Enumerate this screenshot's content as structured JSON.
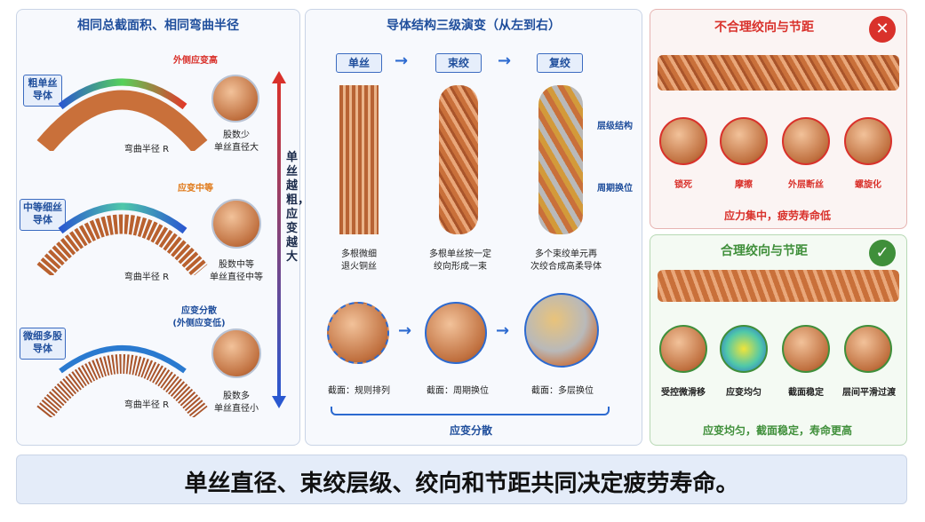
{
  "left": {
    "title": "相同总截面积、相同弯曲半径",
    "rows": [
      {
        "label": "粗单丝\n导体",
        "outer_note": "外侧应变高",
        "radius_text": "弯曲半径 R",
        "desc": "股数少\n单丝直径大"
      },
      {
        "label": "中等细丝\n导体",
        "outer_note": "应变中等",
        "radius_text": "弯曲半径 R",
        "desc": "股数中等\n单丝直径中等"
      },
      {
        "label": "微细多股\n导体",
        "outer_note": "应变分散\n(外侧应变低)",
        "radius_text": "弯曲半径 R",
        "desc": "股数多\n单丝直径小"
      }
    ],
    "side_text": "单丝越粗，应变越大"
  },
  "middle": {
    "title": "导体结构三级演变（从左到右）",
    "stages": [
      "单丝",
      "束绞",
      "复绞"
    ],
    "stage_desc": [
      "多根微细\n退火铜丝",
      "多根单丝按一定\n绞向形成一束",
      "多个束绞单元再\n次绞合成高柔导体"
    ],
    "callouts": [
      "层级结构",
      "周期换位"
    ],
    "sections": [
      "截面：规则排列",
      "截面：周期换位",
      "截面：多层换位"
    ],
    "footer": "应变分散"
  },
  "right_bad": {
    "title": "不合理绞向与节距",
    "items": [
      "锁死",
      "摩擦",
      "外层断丝",
      "螺旋化"
    ],
    "summary": "应力集中，疲劳寿命低"
  },
  "right_good": {
    "title": "合理绞向与节距",
    "items": [
      "受控微滑移",
      "应变均匀",
      "截面稳定",
      "层间平滑过渡"
    ],
    "summary": "应变均匀，截面稳定，寿命更高"
  },
  "bottom": {
    "text": "单丝直径、束绞层级、绞向和节距共同决定疲劳寿命。"
  },
  "colors": {
    "accent_blue": "#1f4e9c",
    "copper": "#c9703a",
    "bad_red": "#d9312b",
    "good_green": "#3f8f3a"
  }
}
